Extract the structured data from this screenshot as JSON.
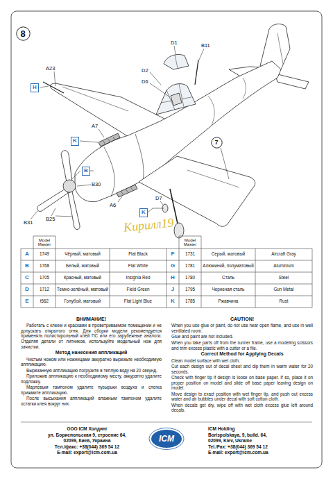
{
  "diagram": {
    "nodes": [
      {
        "text": [
          "8"
        ]
      },
      {
        "text": [
          "H"
        ]
      },
      {
        "text": [
          "K"
        ]
      },
      {
        "text": [
          "7"
        ]
      },
      {
        "text": [
          "B"
        ]
      },
      {
        "text": [
          "K"
        ]
      }
    ],
    "labels": [
      "D1",
      "B11",
      "D2",
      "D6",
      "A23",
      "A7",
      "B30",
      "A6",
      "D7",
      "B25",
      "B31",
      "Кирилл19",
      "Model Master",
      "Model Master",
      "A",
      "1749",
      "Чёрный, матовый",
      "Flat Black",
      "F",
      "1731",
      "Серый, матовый",
      "Aircraft Gray",
      "B",
      "1768",
      "Белый, матовый",
      "Flat White",
      "G",
      "1781",
      "Алюминий, полуматовый",
      "Aluminium",
      "C",
      "1705",
      "Красный, матовый",
      "Insignia Red",
      "H",
      "1780",
      "Сталь",
      "Steel",
      "D",
      "1712",
      "Темно-зелёный, матовый",
      "Field Green",
      "J",
      "1795",
      "Черненая сталь",
      "Gun Metal",
      "E",
      "t562",
      "Голубой, матовый",
      "Flat Light Blue",
      "K",
      "1785",
      "Ржавчина",
      "Rust",
      "ВНИМАНИЕ!",
      "Работать с клеем и красками в проветриваемом помещении и не допускать открытого огня. Для сборки модели рекомендуется применять полистирольный клей ПС или его зарубежные аналоги. Отделяя детали от литников, используйте модельный нож для зачистки.",
      "Метод нанесения аппликаций",
      "Чистым ножом или ножницами аккуратно вырежьте необходимую аппликацию.",
      "Вырезанную аппликацию погрузите в теплую воду на 20 секунд.",
      "Приложив аппликацию к необходимому месту, аккуратно удалите подложку.",
      "Марлевым тампоном удалите пузырьки воздуха и слегка прижмите аппликацию.",
      "После высыхания аппликаций влажным тампоном удалите остатки клея вокруг них.",
      "CAUTION!",
      "When you use glue or paint, do not use near open flame, and use in well ventilated room.",
      "Glue and paint are not included.",
      "When you take parts off from the runner frame, use a modeling scissors and trim excess plastic with a cutter or a file.",
      "Correct Method for Applying Decals",
      "Clean model surface with wet cloth.",
      "Cut each design out of decal sheet and dip them in warm water for 20 seconds.",
      "Check with finger tip if design is loose on base paper. If so, place it on proper position on model and slide off base paper leaving design on model.",
      "Move design to exact position with wet finger tip, and push out excess water and air bubbles under decal with soft cotton cloth.",
      "When decals get dry, wipe off with wet cloth excess glue left around decals.",
      "ООО ICM Холдинг",
      "ул. Бориспольская 9, строение 64,",
      "02099, Киев, Украина",
      "Тел./факс: +38(044) 369 54 12",
      "E-mail: export@icm.com.ua",
      "ICM",
      "ICM Holding",
      "Borispolskaya, 9, build. 64,",
      "02099, Kiev, Ukraine",
      "Tel./Fax: +38(044) 369 54 12",
      "E-mail: export@icm.com.ua"
    ]
  }
}
